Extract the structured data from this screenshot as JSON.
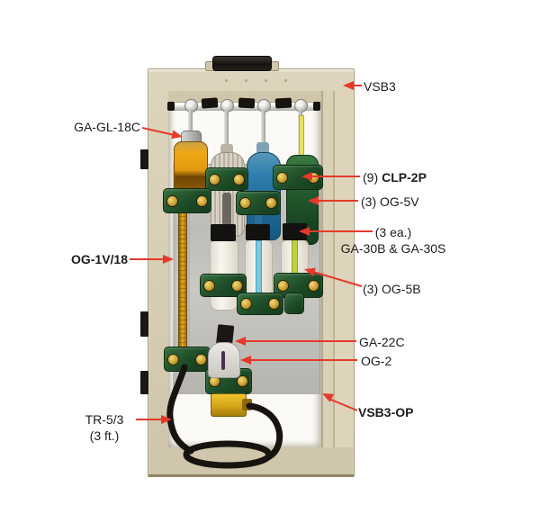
{
  "callouts": {
    "vsb3": {
      "label": "VSB3"
    },
    "ga_gl_18c": {
      "label": "GA-GL-18C"
    },
    "clp_2p": {
      "qty": "(9)",
      "label": "CLP-2P"
    },
    "og_5v": {
      "label": "(3) OG-5V"
    },
    "ga_30": {
      "line1": "(3 ea.)",
      "line2": "GA-30B & GA-30S"
    },
    "og_5b": {
      "label": "(3) OG-5B"
    },
    "og_1v_18": {
      "label": "OG-1V/18"
    },
    "ga_22c": {
      "label": "GA-22C"
    },
    "og_2": {
      "label": "OG-2"
    },
    "tr_5_3": {
      "line1": "TR-5/3",
      "line2": "(3 ft.)"
    },
    "vsb3_op": {
      "label": "VSB3-OP"
    }
  },
  "colors": {
    "arrow_red": "#e6392b",
    "frame_beige": "#d8cfb6",
    "clamp_green": "#235c2e",
    "amber_tube": "#d99c1e",
    "blue_bottle": "#2f7fae",
    "brass": "#ddb32a",
    "label_text": "#1c1c1c"
  }
}
